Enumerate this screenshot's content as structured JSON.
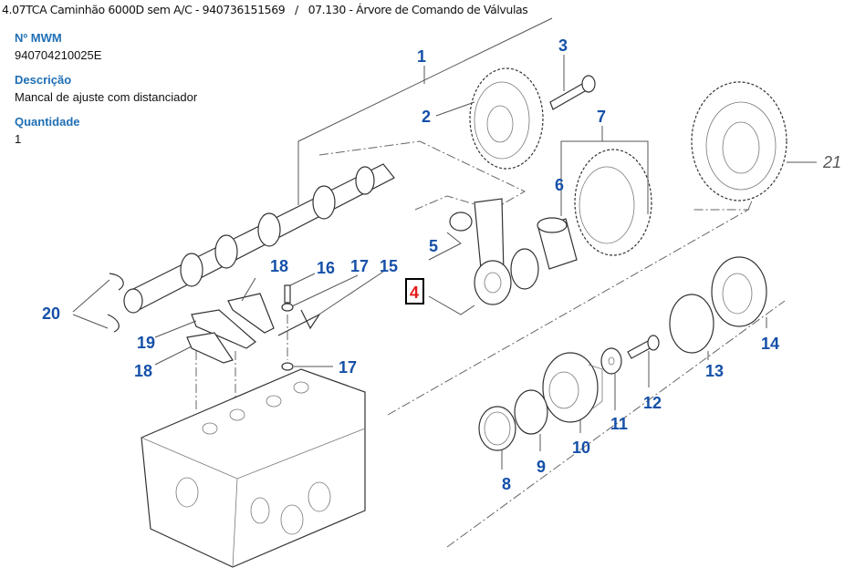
{
  "breadcrumb": {
    "model": "4.07TCA Caminhão 6000D sem A/C - 940736151569",
    "separator": "/",
    "section": "07.130 - Árvore de Comando de Válvulas"
  },
  "selected_part": {
    "mwm_label": "Nº MWM",
    "mwm_value": "940704210025E",
    "description_label": "Descrição",
    "description_value": "Mancal de ajuste com distanciador",
    "quantity_label": "Quantidade",
    "quantity_value": "1"
  },
  "diagram": {
    "selected_callout": "4",
    "callouts": {
      "c1": "1",
      "c2": "2",
      "c3": "3",
      "c4": "4",
      "c5": "5",
      "c6": "6",
      "c7": "7",
      "c8": "8",
      "c9": "9",
      "c10": "10",
      "c11": "11",
      "c12": "12",
      "c13": "13",
      "c14": "14",
      "c15": "15",
      "c16": "16",
      "c17a": "17",
      "c17b": "17",
      "c18a": "18",
      "c18b": "18",
      "c19": "19",
      "c20": "20",
      "c21": "21"
    }
  },
  "colors": {
    "label_blue": "#1f6fb5",
    "callout_blue": "#1550a8",
    "selected_red": "#e41b17",
    "reference_grey": "#555555"
  }
}
